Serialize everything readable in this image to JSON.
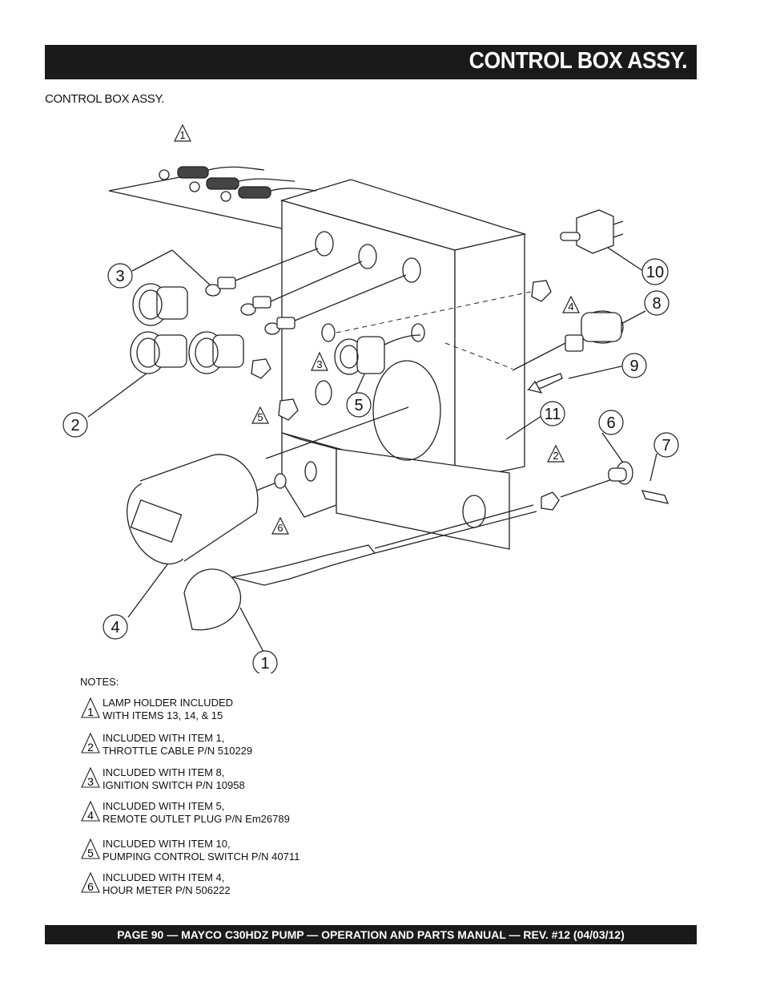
{
  "header": {
    "title": "CONTROL BOX ASSY."
  },
  "section_label": "CONTROL BOX ASSY.",
  "callouts": {
    "c1": "1",
    "c2": "2",
    "c3": "3",
    "c4": "4",
    "c5": "5",
    "c6": "6",
    "c7": "7",
    "c8": "8",
    "c9": "9",
    "c10": "10",
    "c11": "11"
  },
  "note_refs": {
    "r1_top": "1",
    "r2": "2",
    "r3": "3",
    "r4": "4",
    "r5": "5",
    "r6": "6"
  },
  "notes": {
    "heading": "NOTES:",
    "items": [
      {
        "num": "1",
        "line1": "LAMP HOLDER INCLUDED",
        "line2": "WITH ITEMS 13, 14, & 15"
      },
      {
        "num": "2",
        "line1": "INCLUDED WITH ITEM 1,",
        "line2": "THROTTLE CABLE P/N 510229"
      },
      {
        "num": "3",
        "line1": "INCLUDED WITH ITEM 8,",
        "line2": "IGNITION SWITCH P/N 10958"
      },
      {
        "num": "4",
        "line1": "INCLUDED WITH ITEM 5,",
        "line2": "REMOTE OUTLET PLUG P/N Em26789"
      },
      {
        "num": "5",
        "line1": "INCLUDED WITH ITEM 10,",
        "line2": "PUMPING CONTROL SWITCH P/N 40711"
      },
      {
        "num": "6",
        "line1": "INCLUDED WITH ITEM 4,",
        "line2": "HOUR METER P/N 506222"
      }
    ]
  },
  "footer": {
    "text": "PAGE 90 — MAYCO C30HDZ PUMP — OPERATION AND PARTS MANUAL — REV. #12 (04/03/12)"
  }
}
